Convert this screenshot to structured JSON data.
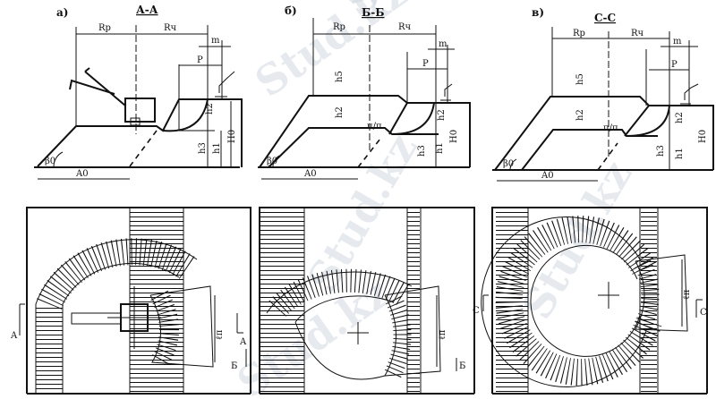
{
  "panels": [
    {
      "letter": "а)",
      "section": "А-А",
      "rp": "Rр",
      "rch": "Rч",
      "m": "m",
      "p": "P",
      "h5": "",
      "h2": "h2",
      "h3": "h3",
      "h1": "h1",
      "h0": "H0",
      "beta": "β0",
      "a0": "A0",
      "cut_left": "A",
      "cut_right": "A",
      "lp": "ℓп"
    },
    {
      "letter": "б)",
      "section": "Б-Б",
      "rp": "Rр",
      "rch": "Rч",
      "m": "m",
      "p": "P",
      "h5": "h5",
      "h2": "h2",
      "h3": "h3",
      "h1": "h1",
      "h0": "H0",
      "pp": "п/п",
      "beta": "β0",
      "a0": "A0",
      "cut_left": "Б",
      "cut_right": "Б",
      "lp": "ℓп"
    },
    {
      "letter": "в)",
      "section": "С-С",
      "rp": "Rр",
      "rch": "Rч",
      "m": "m",
      "p": "P",
      "h5": "h5",
      "h2": "h2",
      "h3": "h3",
      "h1": "h1",
      "h0": "H0",
      "pp": "п/п",
      "beta": "β0",
      "a0": "A0",
      "cut_left": "С",
      "cut_right": "С",
      "lp": "ℓп"
    }
  ],
  "watermark": "Stud.kz"
}
